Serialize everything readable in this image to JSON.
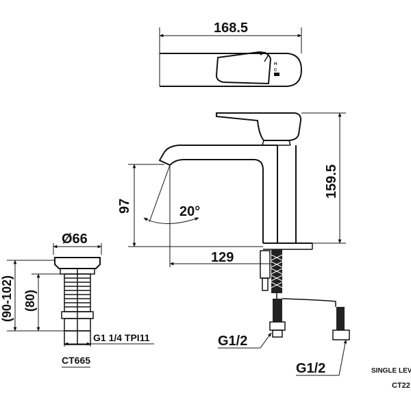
{
  "dimensions": {
    "width_top": "168.5",
    "height_total": "159.5",
    "spout_height": "97",
    "spout_angle": "20°",
    "spout_reach": "129",
    "waste_diameter": "Ø66",
    "waste_range": "(90-102)",
    "waste_length": "(80)",
    "waste_thread": "G1 1/4 TPI11",
    "hose_thread_left": "G1/2",
    "hose_thread_right": "G1/2"
  },
  "labels": {
    "waste_model": "CT665",
    "product_desc": "SINGLE LEV",
    "product_model": "CT22"
  },
  "colors": {
    "line": "#111111",
    "background": "#ffffff"
  }
}
